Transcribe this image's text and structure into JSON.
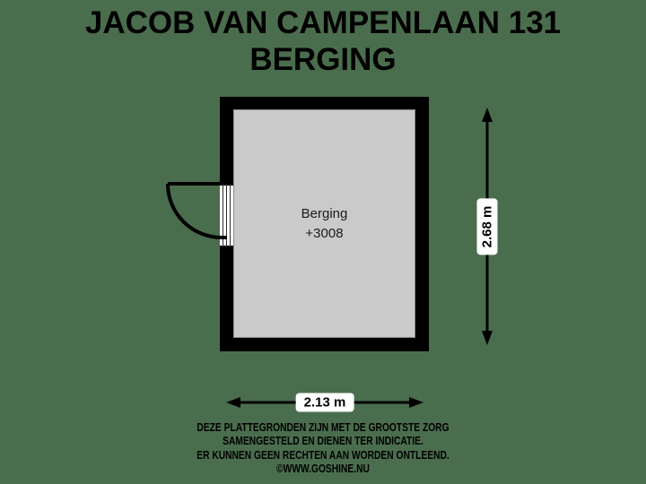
{
  "page": {
    "background_color": "#4a6e4d"
  },
  "title": {
    "line1": "JACOB VAN CAMPENLAAN 131",
    "line2": "BERGING"
  },
  "plan": {
    "wall_color": "#000000",
    "floor_color": "#cacaca",
    "room": {
      "name": "Berging",
      "level": "+3008"
    },
    "door": {
      "type": "single-swing-door",
      "position": "left-wall"
    }
  },
  "dimensions": {
    "vertical": {
      "value": "2.68 m",
      "orientation": "vertical"
    },
    "horizontal": {
      "value": "2.13 m",
      "orientation": "horizontal"
    }
  },
  "footer": {
    "line1": "DEZE PLATTEGRONDEN ZIJN MET DE GROOTSTE ZORG",
    "line2": "SAMENGESTELD EN DIENEN TER INDICATIE.",
    "line3": "ER KUNNEN GEEN RECHTEN AAN WORDEN ONTLEEND.",
    "line4": "©WWW.GOSHINE.NU"
  }
}
